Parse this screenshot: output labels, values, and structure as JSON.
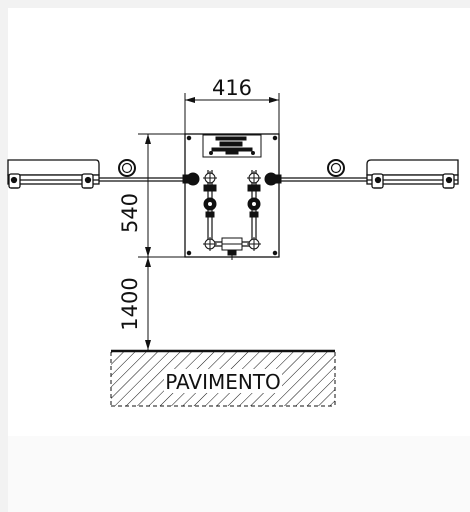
{
  "drawing": {
    "dimensions": {
      "width_label": "416",
      "height_label": "540",
      "floor_clearance_label": "1400"
    },
    "floor": {
      "label": "PAVIMENTO"
    }
  },
  "colors": {
    "ink": "#111111",
    "background": "#ffffff",
    "frame": "#f2f2f2"
  }
}
